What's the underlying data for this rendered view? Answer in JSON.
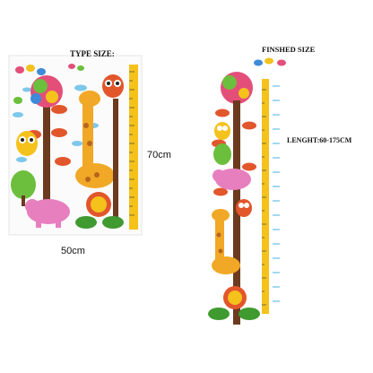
{
  "left_panel": {
    "heading": "TYPE SIZE:",
    "height_label": "70cm",
    "width_label": "50cm"
  },
  "right_panel": {
    "heading": "FINSHED SIZE",
    "length_label": "LENGHT:60-175CM"
  },
  "colors": {
    "tree_trunk": "#6b3a1f",
    "ruler_yellow": "#f4c21b",
    "giraffe": "#f1a826",
    "elephant": "#e77fbf",
    "lion": "#e2562c",
    "leaf_green": "#6cbf3c",
    "flower_pink": "#ec4a7d",
    "sky_blue": "#7cc8ea"
  }
}
